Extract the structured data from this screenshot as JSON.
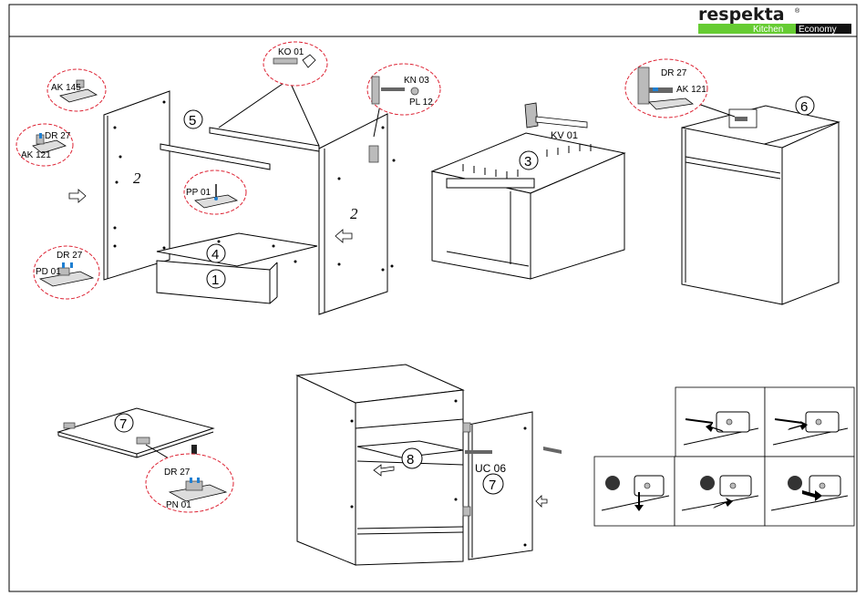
{
  "brand": {
    "name": "respekta",
    "registered": "®",
    "line_kitchen": "Kitchen",
    "line_economy": "Economy"
  },
  "colors": {
    "kitchen_bar": "#66cc33",
    "economy_bar": "#111111",
    "callout_border": "#d22233",
    "hardware_blue": "#1f7fd1"
  },
  "callouts": {
    "ko01": "KO 01",
    "ak145": "AK 145",
    "dr27_a": "DR 27",
    "ak121_a": "AK 121",
    "kn03": "KN 03",
    "pl12": "PL 12",
    "pp01": "PP 01",
    "dr27_b": "DR 27",
    "pd01": "PD 01",
    "kv01": "KV 01",
    "dr27_c": "DR 27",
    "ak121_b": "AK 121",
    "dr27_d": "DR 27",
    "pn01": "PN 01",
    "uc06": "UC 06"
  },
  "steps": {
    "s1": "1",
    "s2a": "2",
    "s2b": "2",
    "s3": "3",
    "s4": "4",
    "s5": "5",
    "s6": "6",
    "s7a": "7",
    "s7b": "7",
    "s8": "8"
  }
}
